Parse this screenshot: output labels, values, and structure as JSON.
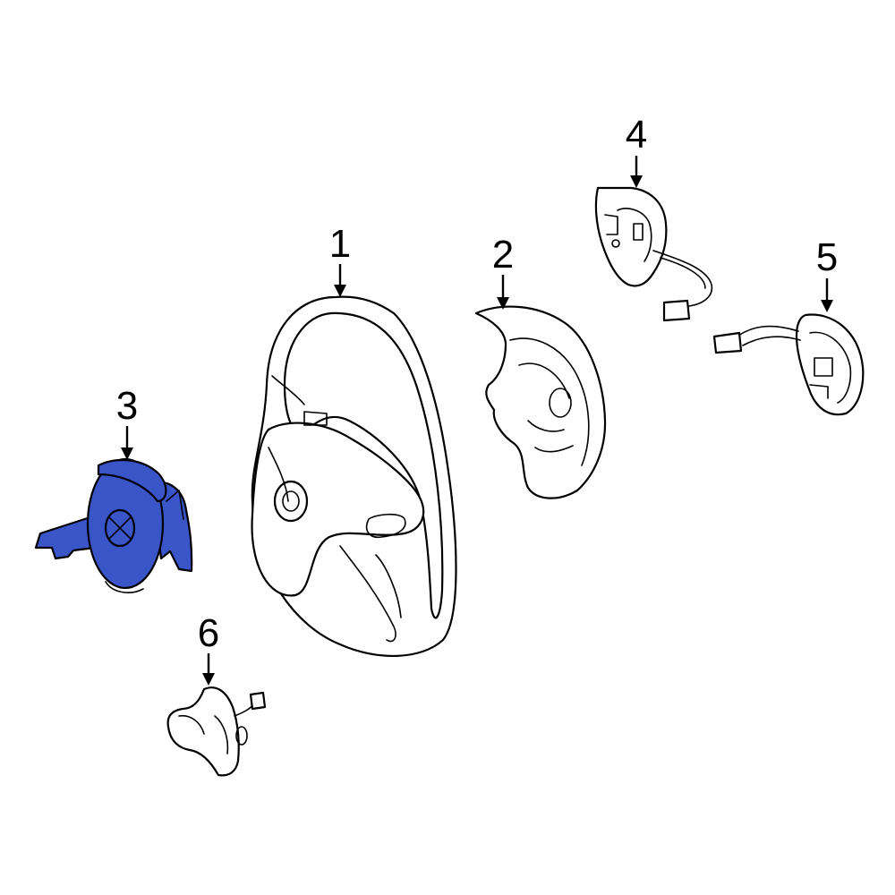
{
  "highlight_color": "#3a55c8",
  "callouts": [
    {
      "id": "1",
      "label": "1"
    },
    {
      "id": "2",
      "label": "2"
    },
    {
      "id": "3",
      "label": "3",
      "highlighted": true
    },
    {
      "id": "4",
      "label": "4"
    },
    {
      "id": "5",
      "label": "5"
    },
    {
      "id": "6",
      "label": "6"
    }
  ]
}
